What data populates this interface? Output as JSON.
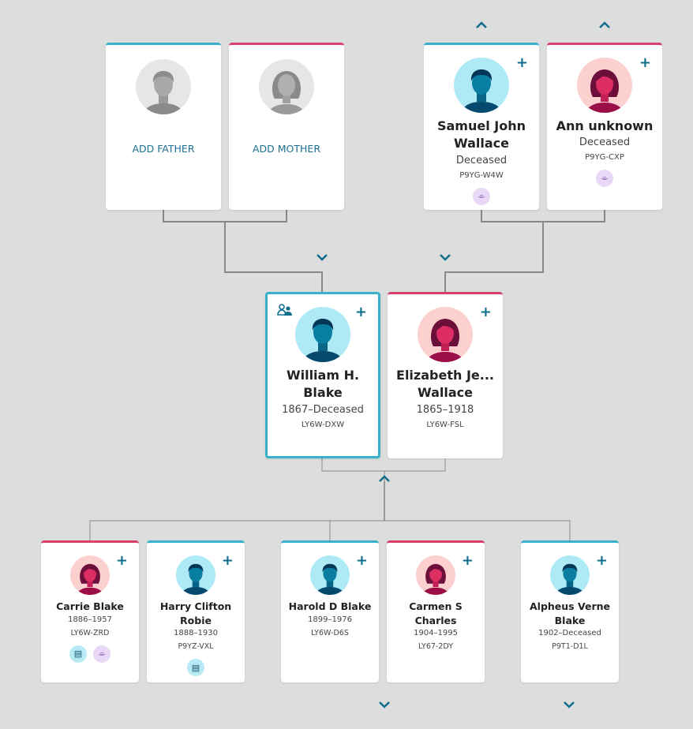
{
  "parents_left": {
    "father": {
      "label": "ADD FATHER"
    },
    "mother": {
      "label": "ADD MOTHER"
    }
  },
  "parents_right": {
    "father": {
      "name": "Samuel John Wallace",
      "life": "Deceased",
      "pid": "P9YG-W4W",
      "badges": [
        "hint"
      ]
    },
    "mother": {
      "name": "Ann unknown",
      "life": "Deceased",
      "pid": "P9YG-CXP",
      "badges": [
        "hint"
      ]
    }
  },
  "couple": {
    "husband": {
      "name": "William H. Blake",
      "life": "1867–Deceased",
      "pid": "LY6W-DXW"
    },
    "wife": {
      "name": "Elizabeth Je... Wallace",
      "life": "1865–1918",
      "pid": "LY6W-FSL"
    }
  },
  "children": [
    {
      "name": "Carrie Blake",
      "life": "1886–1957",
      "pid": "LY6W-ZRD",
      "gender": "f",
      "badges": [
        "source",
        "hint"
      ]
    },
    {
      "name": "Harry Clifton Robie",
      "life": "1888–1930",
      "pid": "P9YZ-VXL",
      "gender": "m",
      "badges": [
        "source"
      ]
    },
    {
      "name": "Harold D Blake",
      "life": "1899–1976",
      "pid": "LY6W-D6S",
      "gender": "m",
      "badges": []
    },
    {
      "name": "Carmen S Charles",
      "life": "1904–1995",
      "pid": "LY67-2DY",
      "gender": "f",
      "badges": []
    },
    {
      "name": "Alpheus Verne Blake",
      "life": "1902–Deceased",
      "pid": "P9T1-D1L",
      "gender": "m",
      "badges": []
    }
  ],
  "colors": {
    "male": "#3ab0cc",
    "female": "#d7416c",
    "accent": "#0f6e8c",
    "background": "#dcdedd"
  }
}
